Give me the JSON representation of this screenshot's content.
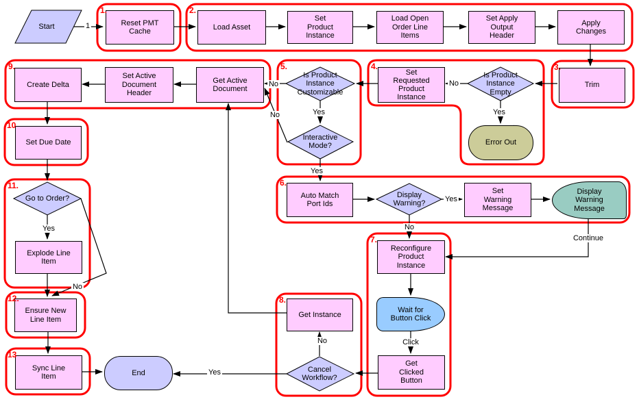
{
  "diagram": {
    "colors": {
      "background": "#FFFFFF",
      "process_fill": "#FFCCFF",
      "decision_fill": "#CCCCFF",
      "terminator_fill": "#CCCCFF",
      "error_fill": "#CCCC99",
      "wait_fill": "#99CCFF",
      "display_fill": "#99CCC2",
      "shape_border": "#000000",
      "group_outline": "#FF0000",
      "connector": "#000000"
    },
    "groups": [
      {
        "label": "1."
      },
      {
        "label": "2."
      },
      {
        "label": "3."
      },
      {
        "label": "4."
      },
      {
        "label": "5."
      },
      {
        "label": "6."
      },
      {
        "label": "7."
      },
      {
        "label": "8."
      },
      {
        "label": "9."
      },
      {
        "label": "10"
      },
      {
        "label": "11."
      },
      {
        "label": "12."
      },
      {
        "label": "13"
      }
    ],
    "nodes": {
      "start": {
        "label": "Start",
        "type": "start"
      },
      "reset_pmt_cache": {
        "label": "Reset PMT\nCache",
        "type": "process"
      },
      "load_asset": {
        "label": "Load Asset",
        "type": "process"
      },
      "set_product_instance": {
        "label": "Set\nProduct\nInstance",
        "type": "process"
      },
      "load_open_order_line_items": {
        "label": "Load Open\nOrder Line\nItems",
        "type": "process"
      },
      "set_apply_output_header": {
        "label": "Set Apply\nOutput\nHeader",
        "type": "process"
      },
      "apply_changes": {
        "label": "Apply\nChanges",
        "type": "process"
      },
      "trim": {
        "label": "Trim",
        "type": "process"
      },
      "is_product_instance_empty": {
        "label": "Is Product\nInstance\nEmpty",
        "type": "decision"
      },
      "set_requested_product_instance": {
        "label": "Set\nRequested\nProduct\nInstance",
        "type": "process"
      },
      "error_out": {
        "label": "Error Out",
        "type": "error"
      },
      "is_product_instance_customizable": {
        "label": "Is Product\nInstance\nCustomizable",
        "type": "decision"
      },
      "interactive_mode": {
        "label": "Interactive\nMode?",
        "type": "decision"
      },
      "get_active_document": {
        "label": "Get Active\nDocument",
        "type": "process"
      },
      "set_active_document_header": {
        "label": "Set Active\nDocument\nHeader",
        "type": "process"
      },
      "create_delta": {
        "label": "Create Delta",
        "type": "process"
      },
      "set_due_date": {
        "label": "Set Due Date",
        "type": "process"
      },
      "go_to_order": {
        "label": "Go to Order?",
        "type": "decision"
      },
      "explode_line_item": {
        "label": "Explode Line\nItem",
        "type": "process"
      },
      "ensure_new_line_item": {
        "label": "Ensure New\nLine Item",
        "type": "process"
      },
      "sync_line_item": {
        "label": "Sync Line\nItem",
        "type": "process"
      },
      "end": {
        "label": "End",
        "type": "terminator"
      },
      "auto_match_port_ids": {
        "label": "Auto Match\nPort Ids",
        "type": "process"
      },
      "display_warning": {
        "label": "Display\nWarning?",
        "type": "decision"
      },
      "set_warning_message": {
        "label": "Set\nWarning\nMessage",
        "type": "process"
      },
      "display_warning_message": {
        "label": "Display\nWarning\nMessage",
        "type": "display"
      },
      "reconfigure_product_instance": {
        "label": "Reconfigure\nProduct\nInstance",
        "type": "process"
      },
      "wait_for_button_click": {
        "label": "Wait for\nButton Click",
        "type": "wait"
      },
      "get_clicked_button": {
        "label": "Get\nClicked\nButton",
        "type": "process"
      },
      "get_instance": {
        "label": "Get Instance",
        "type": "process"
      },
      "cancel_workflow": {
        "label": "Cancel\nWorkflow?",
        "type": "decision"
      }
    },
    "edge_labels": {
      "start_to_reset": "1",
      "empty_no": "No",
      "empty_yes": "Yes",
      "customizable_no": "No",
      "customizable_yes": "Yes",
      "interactive_no": "No",
      "interactive_yes": "Yes",
      "display_warning_yes": "Yes",
      "display_warning_no": "No",
      "continue": "Continue",
      "click": "Click",
      "cancel_no": "No",
      "cancel_yes": "Yes",
      "go_to_order_yes": "Yes",
      "go_to_order_no": "No"
    }
  }
}
